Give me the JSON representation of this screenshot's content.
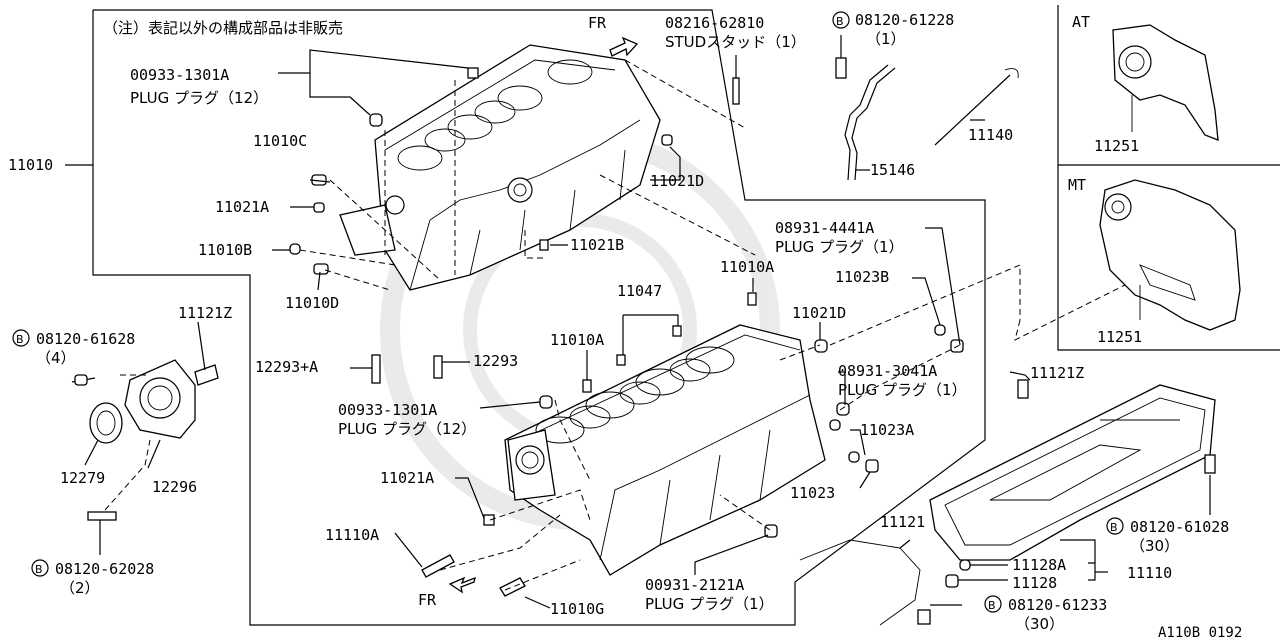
{
  "note": "（注）表記以外の構成部品は非販売",
  "fr_top": "FR",
  "fr_bottom": "FR",
  "diagram_code": "A110B 0192",
  "boxes": {
    "at_label": "AT",
    "mt_label": "MT",
    "at_part": "11251",
    "mt_part": "11251"
  },
  "callouts": {
    "c11010": "11010",
    "c00933_top_num": "00933-1301A",
    "c00933_top_desc": "PLUG プラグ（12）",
    "c11010C": "11010C",
    "c11021A_top": "11021A",
    "c11010B": "11010B",
    "c11010D": "11010D",
    "c11021D_top": "11021D",
    "c11021B": "11021B",
    "c08216_num": "08216-62810",
    "c08216_desc": "STUDスタッド（1）",
    "c08120_61228_num": "08120-61228",
    "c08120_61228_qty": "（1）",
    "c11140": "11140",
    "c15146": "15146",
    "c08931_4441_num": "08931-4441A",
    "c08931_4441_desc": "PLUG プラグ（1）",
    "c11010A_right": "11010A",
    "c11023B": "11023B",
    "c11047": "11047",
    "c11021D_mid": "11021D",
    "c11010A_mid": "11010A",
    "c08931_3041_num": "08931-3041A",
    "c08931_3041_desc": "PLUG プラグ（1）",
    "c12293A": "12293+A",
    "c12293": "12293",
    "c00933_mid_num": "00933-1301A",
    "c00933_mid_desc": "PLUG プラグ（12）",
    "c11023A": "11023A",
    "c11023": "11023",
    "c11021A_bot": "11021A",
    "c11110A": "11110A",
    "c00931_num": "00931-2121A",
    "c00931_desc": "PLUG プラグ（1）",
    "c11010G": "11010G",
    "c11121Z_left": "11121Z",
    "c08120_61628_num": "08120-61628",
    "c08120_61628_qty": "（4）",
    "c12279": "12279",
    "c12296": "12296",
    "c08120_62028_num": "08120-62028",
    "c08120_62028_qty": "（2）",
    "c11121Z_right": "11121Z",
    "c08120_61028_num": "08120-61028",
    "c08120_61028_qty": "（30）",
    "c11128A": "11128A",
    "c11128": "11128",
    "c11110": "11110",
    "c11121": "11121",
    "c08120_61233_num": "08120-61233",
    "c08120_61233_qty": "（30）"
  },
  "bolt_marker": "B"
}
